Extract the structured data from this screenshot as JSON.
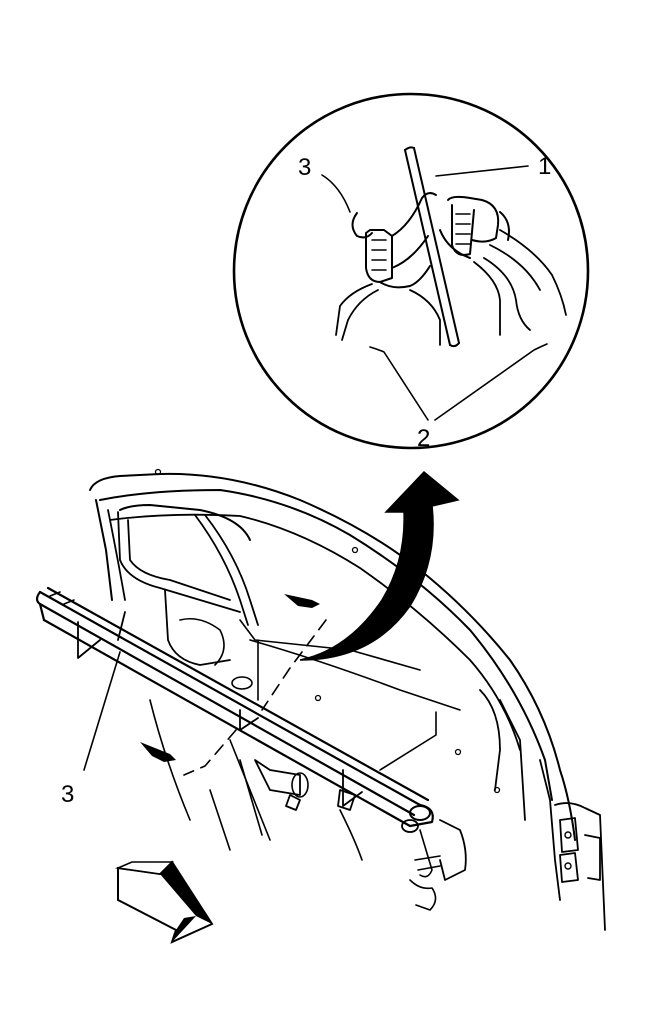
{
  "callouts": {
    "detail_weatherstrip": "1",
    "detail_door_panels": "2",
    "detail_clip": "3",
    "main_sealing_strip": "3"
  },
  "icons": {
    "detail_arrow": "curved-arrow-icon",
    "view_direction": "view-direction-arrow-icon"
  },
  "colors": {
    "line": "#000000",
    "background": "#ffffff",
    "arrow_fill": "#000000"
  }
}
